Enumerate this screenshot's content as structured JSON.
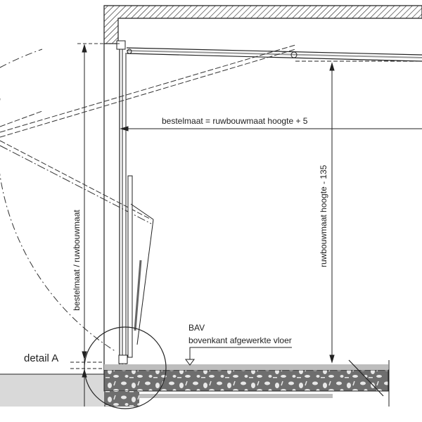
{
  "drawing": {
    "dimension_width_label": "bestelmaat = ruwbouwmaat hoogte + 5",
    "dimension_left_label": "bestelmaat / ruwbouwmaat",
    "dimension_right_label": "ruwbouwmaat hoogte - 135",
    "detail_label": "detail A",
    "floor_code": "BAV",
    "floor_description": "bovenkant afgewerkte vloer"
  },
  "colors": {
    "line": "#222222",
    "concrete": "#6e6e6e",
    "ground": "#d9d9d9"
  }
}
